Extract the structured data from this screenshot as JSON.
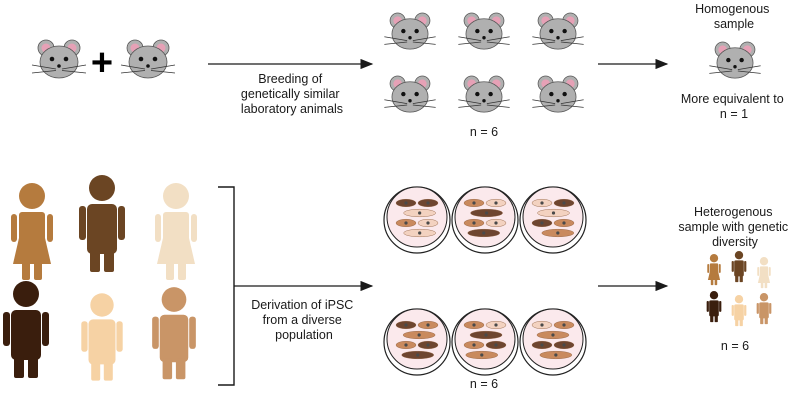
{
  "top_row": {
    "plus_sign": "+",
    "breeding_label": [
      "Breeding of",
      "genetically similar",
      "laboratory animals"
    ],
    "count_label": "n = 6",
    "result_title": [
      "Homogenous",
      "sample"
    ],
    "result_note": [
      "More equivalent to",
      "n = 1"
    ]
  },
  "bottom_row": {
    "derivation_label": [
      "Derivation of iPSC",
      "from a diverse",
      "population"
    ],
    "count_label": "n = 6",
    "result_title": [
      "Heterogenous",
      "sample with genetic",
      "diversity"
    ],
    "result_count": "n = 6"
  },
  "colors": {
    "mouse_body": "#b0b0b0",
    "mouse_ear_inner": "#e6a1b6",
    "dish_fill": "#fbe9ec",
    "skin_tones": [
      "#b57b3e",
      "#6b4523",
      "#f2dfc4",
      "#3a1e0d",
      "#f6d2a4",
      "#c99567"
    ],
    "cell_colors": [
      "#c98a5e",
      "#6e4630",
      "#f3d2c0"
    ]
  },
  "icons": [
    "mouse-icon",
    "person-icon",
    "petri-dish-icon",
    "arrow-right-icon",
    "bracket-icon"
  ]
}
